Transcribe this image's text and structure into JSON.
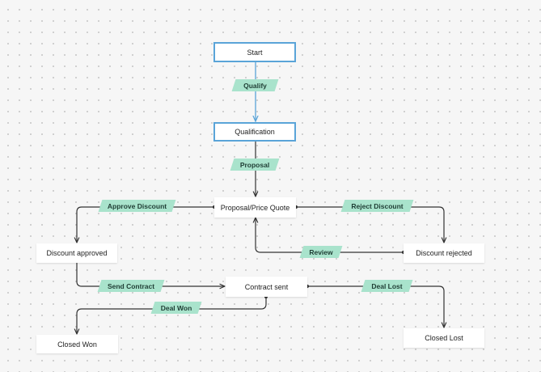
{
  "nodes": {
    "start": "Start",
    "qualification": "Qualification",
    "proposal_quote": "Proposal/Price Quote",
    "discount_approved": "Discount approved",
    "discount_rejected": "Discount rejected",
    "contract_sent": "Contract sent",
    "closed_won": "Closed Won",
    "closed_lost": "Closed Lost"
  },
  "edges": {
    "qualify": "Qualify",
    "proposal": "Proposal",
    "approve_discount": "Approve Discount",
    "reject_discount": "Reject Discount",
    "review": "Review",
    "send_contract": "Send Contract",
    "deal_lost": "Deal Lost",
    "deal_won": "Deal Won"
  },
  "colors": {
    "canvas": "#f6f6f6",
    "selected_border": "#5aa4d8",
    "edge_label_fill": "#a9e3cc",
    "connector": "#333333"
  }
}
